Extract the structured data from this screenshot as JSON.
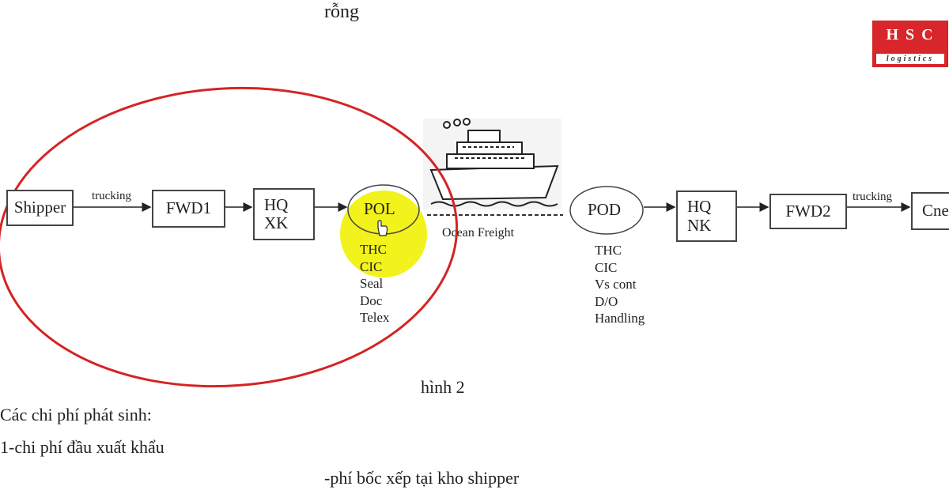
{
  "top_text": "rỗng",
  "logo": {
    "brand": "H S C",
    "sub": "logistics",
    "color": "#d9262b"
  },
  "diagram": {
    "nodes": {
      "shipper": "Shipper",
      "fwd1": "FWD1",
      "hqxk": [
        "HQ",
        "XK"
      ],
      "pol": "POL",
      "pod": "POD",
      "hqnk": [
        "HQ",
        "NK"
      ],
      "fwd2": "FWD2",
      "cne": "Cne"
    },
    "edge_labels": {
      "trucking1": "trucking",
      "trucking2": "trucking",
      "ocean": "Ocean Freight"
    },
    "pol_costs": [
      "THC",
      "CIC",
      "Seal",
      "Doc",
      "Telex"
    ],
    "pod_costs": [
      "THC",
      "CIC",
      "Vs cont",
      "D/O",
      "Handling"
    ],
    "highlight_color": "#f2f21c",
    "annotation_color": "#d42424"
  },
  "caption": "hình 2",
  "body": {
    "line1": "Các chi phí phát sinh:",
    "line2": "1-chi phí đầu xuất khẩu",
    "line3": "-phí bốc xếp tại kho shipper"
  }
}
